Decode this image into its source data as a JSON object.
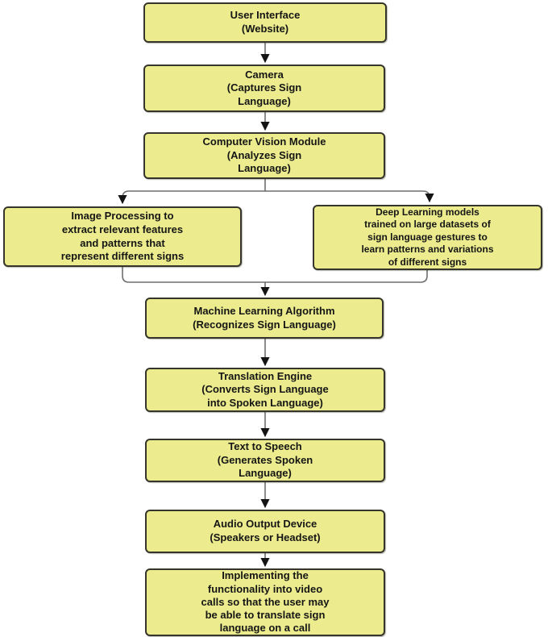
{
  "colors": {
    "box_fill": "#ECEC8E",
    "box_border": "#35352B",
    "connector": "#6E6E6E",
    "arrowhead": "#141414",
    "background": "#FFFFFF"
  },
  "nodes": [
    {
      "id": "user-interface",
      "label": "User Interface\n(Website)"
    },
    {
      "id": "camera",
      "label": "Camera\n(Captures Sign\nLanguage)"
    },
    {
      "id": "computer-vision-module",
      "label": "Computer Vision Module\n(Analyzes Sign\nLanguage)"
    },
    {
      "id": "image-processing",
      "label": "Image Processing to\nextract relevant features\nand patterns that\nrepresent different signs"
    },
    {
      "id": "deep-learning",
      "label": "Deep Learning models\ntrained on large datasets of\nsign language gestures to\nlearn patterns and variations\nof different signs"
    },
    {
      "id": "machine-learning-algorithm",
      "label": "Machine Learning Algorithm\n(Recognizes Sign Language)"
    },
    {
      "id": "translation-engine",
      "label": "Translation Engine\n(Converts Sign Language\ninto Spoken Language)"
    },
    {
      "id": "text-to-speech",
      "label": "Text to Speech\n(Generates Spoken\nLanguage)"
    },
    {
      "id": "audio-output-device",
      "label": "Audio Output Device\n(Speakers or Headset)"
    },
    {
      "id": "video-call-implementation",
      "label": "Implementing the\nfunctionality into video\ncalls so that the user may\nbe able to translate sign\nlanguage on a call"
    }
  ],
  "edges": [
    {
      "from": "user-interface",
      "to": "camera"
    },
    {
      "from": "camera",
      "to": "computer-vision-module"
    },
    {
      "from": "computer-vision-module",
      "to": "image-processing"
    },
    {
      "from": "computer-vision-module",
      "to": "deep-learning"
    },
    {
      "from": "image-processing",
      "to": "machine-learning-algorithm"
    },
    {
      "from": "deep-learning",
      "to": "machine-learning-algorithm"
    },
    {
      "from": "machine-learning-algorithm",
      "to": "translation-engine"
    },
    {
      "from": "translation-engine",
      "to": "text-to-speech"
    },
    {
      "from": "text-to-speech",
      "to": "audio-output-device"
    },
    {
      "from": "audio-output-device",
      "to": "video-call-implementation"
    }
  ]
}
